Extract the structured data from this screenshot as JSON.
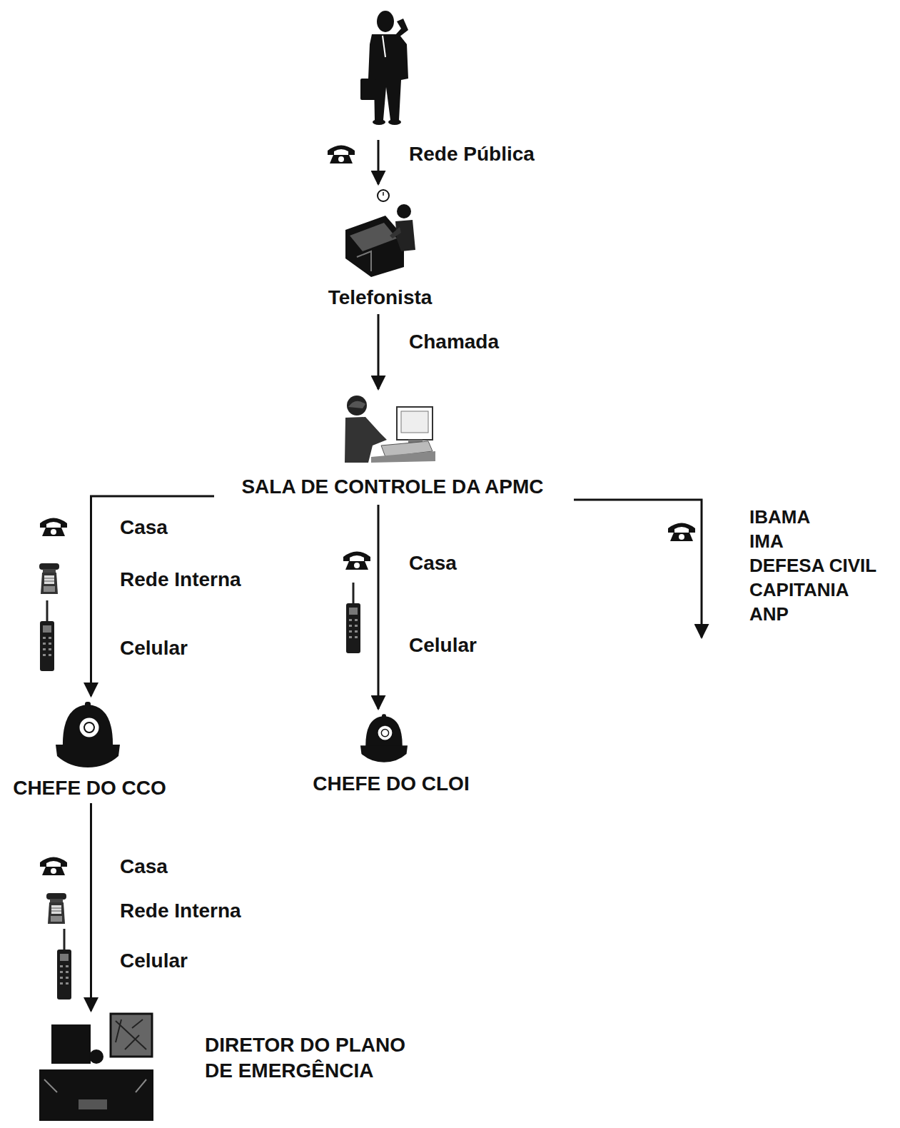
{
  "diagram": {
    "nodes": [
      {
        "text": [
          "Telefonista"
        ]
      },
      {
        "text": [
          "SALA DE CONTROLE DA APMC"
        ]
      },
      {
        "text": [
          "CHEFE DO CCO"
        ]
      },
      {
        "text": [
          "CHEFE DO CLOI"
        ]
      },
      {
        "text": [
          "IBAMA",
          "IMA",
          "DEFESA CIVIL",
          "CAPITANIA",
          "ANP"
        ]
      },
      {
        "text": [
          "DIRETOR DO PLANO DE EMERGÊNCIA"
        ]
      }
    ],
    "edges": [
      {
        "from": 0,
        "to": 1,
        "label": "Chamada",
        "arrow": "to"
      },
      {
        "from": 1,
        "to": 2,
        "arrow": "to"
      },
      {
        "from": 1,
        "to": 3,
        "arrow": "to"
      },
      {
        "from": 1,
        "to": 4,
        "arrow": "to"
      },
      {
        "from": 2,
        "to": 5,
        "arrow": "to"
      }
    ],
    "labels": [
      "Rede Pública",
      "Casa",
      "Rede Interna",
      "Celular",
      "Casa",
      "Celular",
      "Casa",
      "Rede Interna",
      "Celular"
    ]
  }
}
